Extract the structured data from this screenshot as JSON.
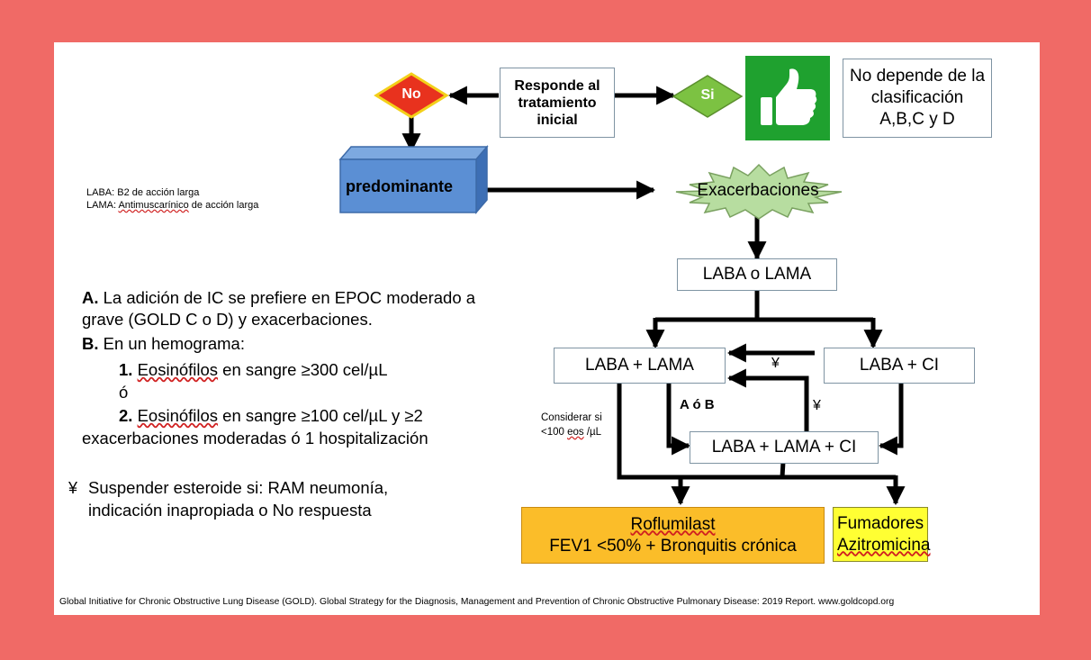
{
  "flow": {
    "responde": "Responde al tratamiento inicial",
    "no": "No",
    "si": "Si",
    "no_depende": "No depende de la clasificación A,B,C y D",
    "predominante": "predominante",
    "exacerbaciones": "Exacerbaciones",
    "laba_o_lama": "LABA o LAMA",
    "laba_lama": "LABA + LAMA",
    "laba_ci": "LABA + CI",
    "laba_lama_ci": "LABA + LAMA + CI",
    "yen1": "¥",
    "yen2": "¥",
    "a_o_b": "A ó B",
    "considerar_1": "Considerar si",
    "considerar_2": "<100",
    "considerar_3": "eos",
    "considerar_4": "/µL",
    "roflumilast": "Roflumilast",
    "fev1": "FEV1 <50% + Bronquitis crónica",
    "fumadores": "Fumadores",
    "azitromicina": "Azitromicina"
  },
  "legend": {
    "laba": "LABA: B2 de acción larga",
    "lama_prefix": "LAMA: ",
    "lama_word": "Antimuscarínico",
    "lama_suffix": " de acción larga"
  },
  "notes": {
    "a_label": "A.",
    "a_text1": " La adición de IC se prefiere en EPOC moderado a",
    "a_text2": "grave (GOLD C o D) y exacerbaciones.",
    "b_label": "B.",
    "b_text": " En un hemograma:",
    "n1_label": "1.",
    "n1_word": "Eosinófilos",
    "n1_text": " en sangre ≥300 cel/µL",
    "o": "ó",
    "n2_label": "2.",
    "n2_word": "Eosinófilos",
    "n2_text": " en sangre ≥100 cel/µL y ≥2",
    "n2_text2": "exacerbaciones moderadas ó 1 hospitalización",
    "yen": "¥",
    "susp1": "Suspender esteroide si: RAM neumonía,",
    "susp2": "indicación inapropiada o No respuesta"
  },
  "footer": "Global Initiative for Chronic Obstructive Lung Disease (GOLD). Global Strategy for the Diagnosis, Management and Prevention of Chronic Obstructive Pulmonary Disease: 2019 Report. www.goldcopd.org",
  "colors": {
    "background": "#f06a66",
    "no_diamond": "#e8321e",
    "si_diamond": "#7cc242",
    "thumb_box": "#1fa12f",
    "predominante_box": "#5b8fd4",
    "exacerbaciones_star": "#b7dda0",
    "roflumilast_box": "#fbbd29",
    "fumadores_box": "#ffff33"
  },
  "icons": {
    "thumbs_up": "thumbs-up-icon"
  }
}
